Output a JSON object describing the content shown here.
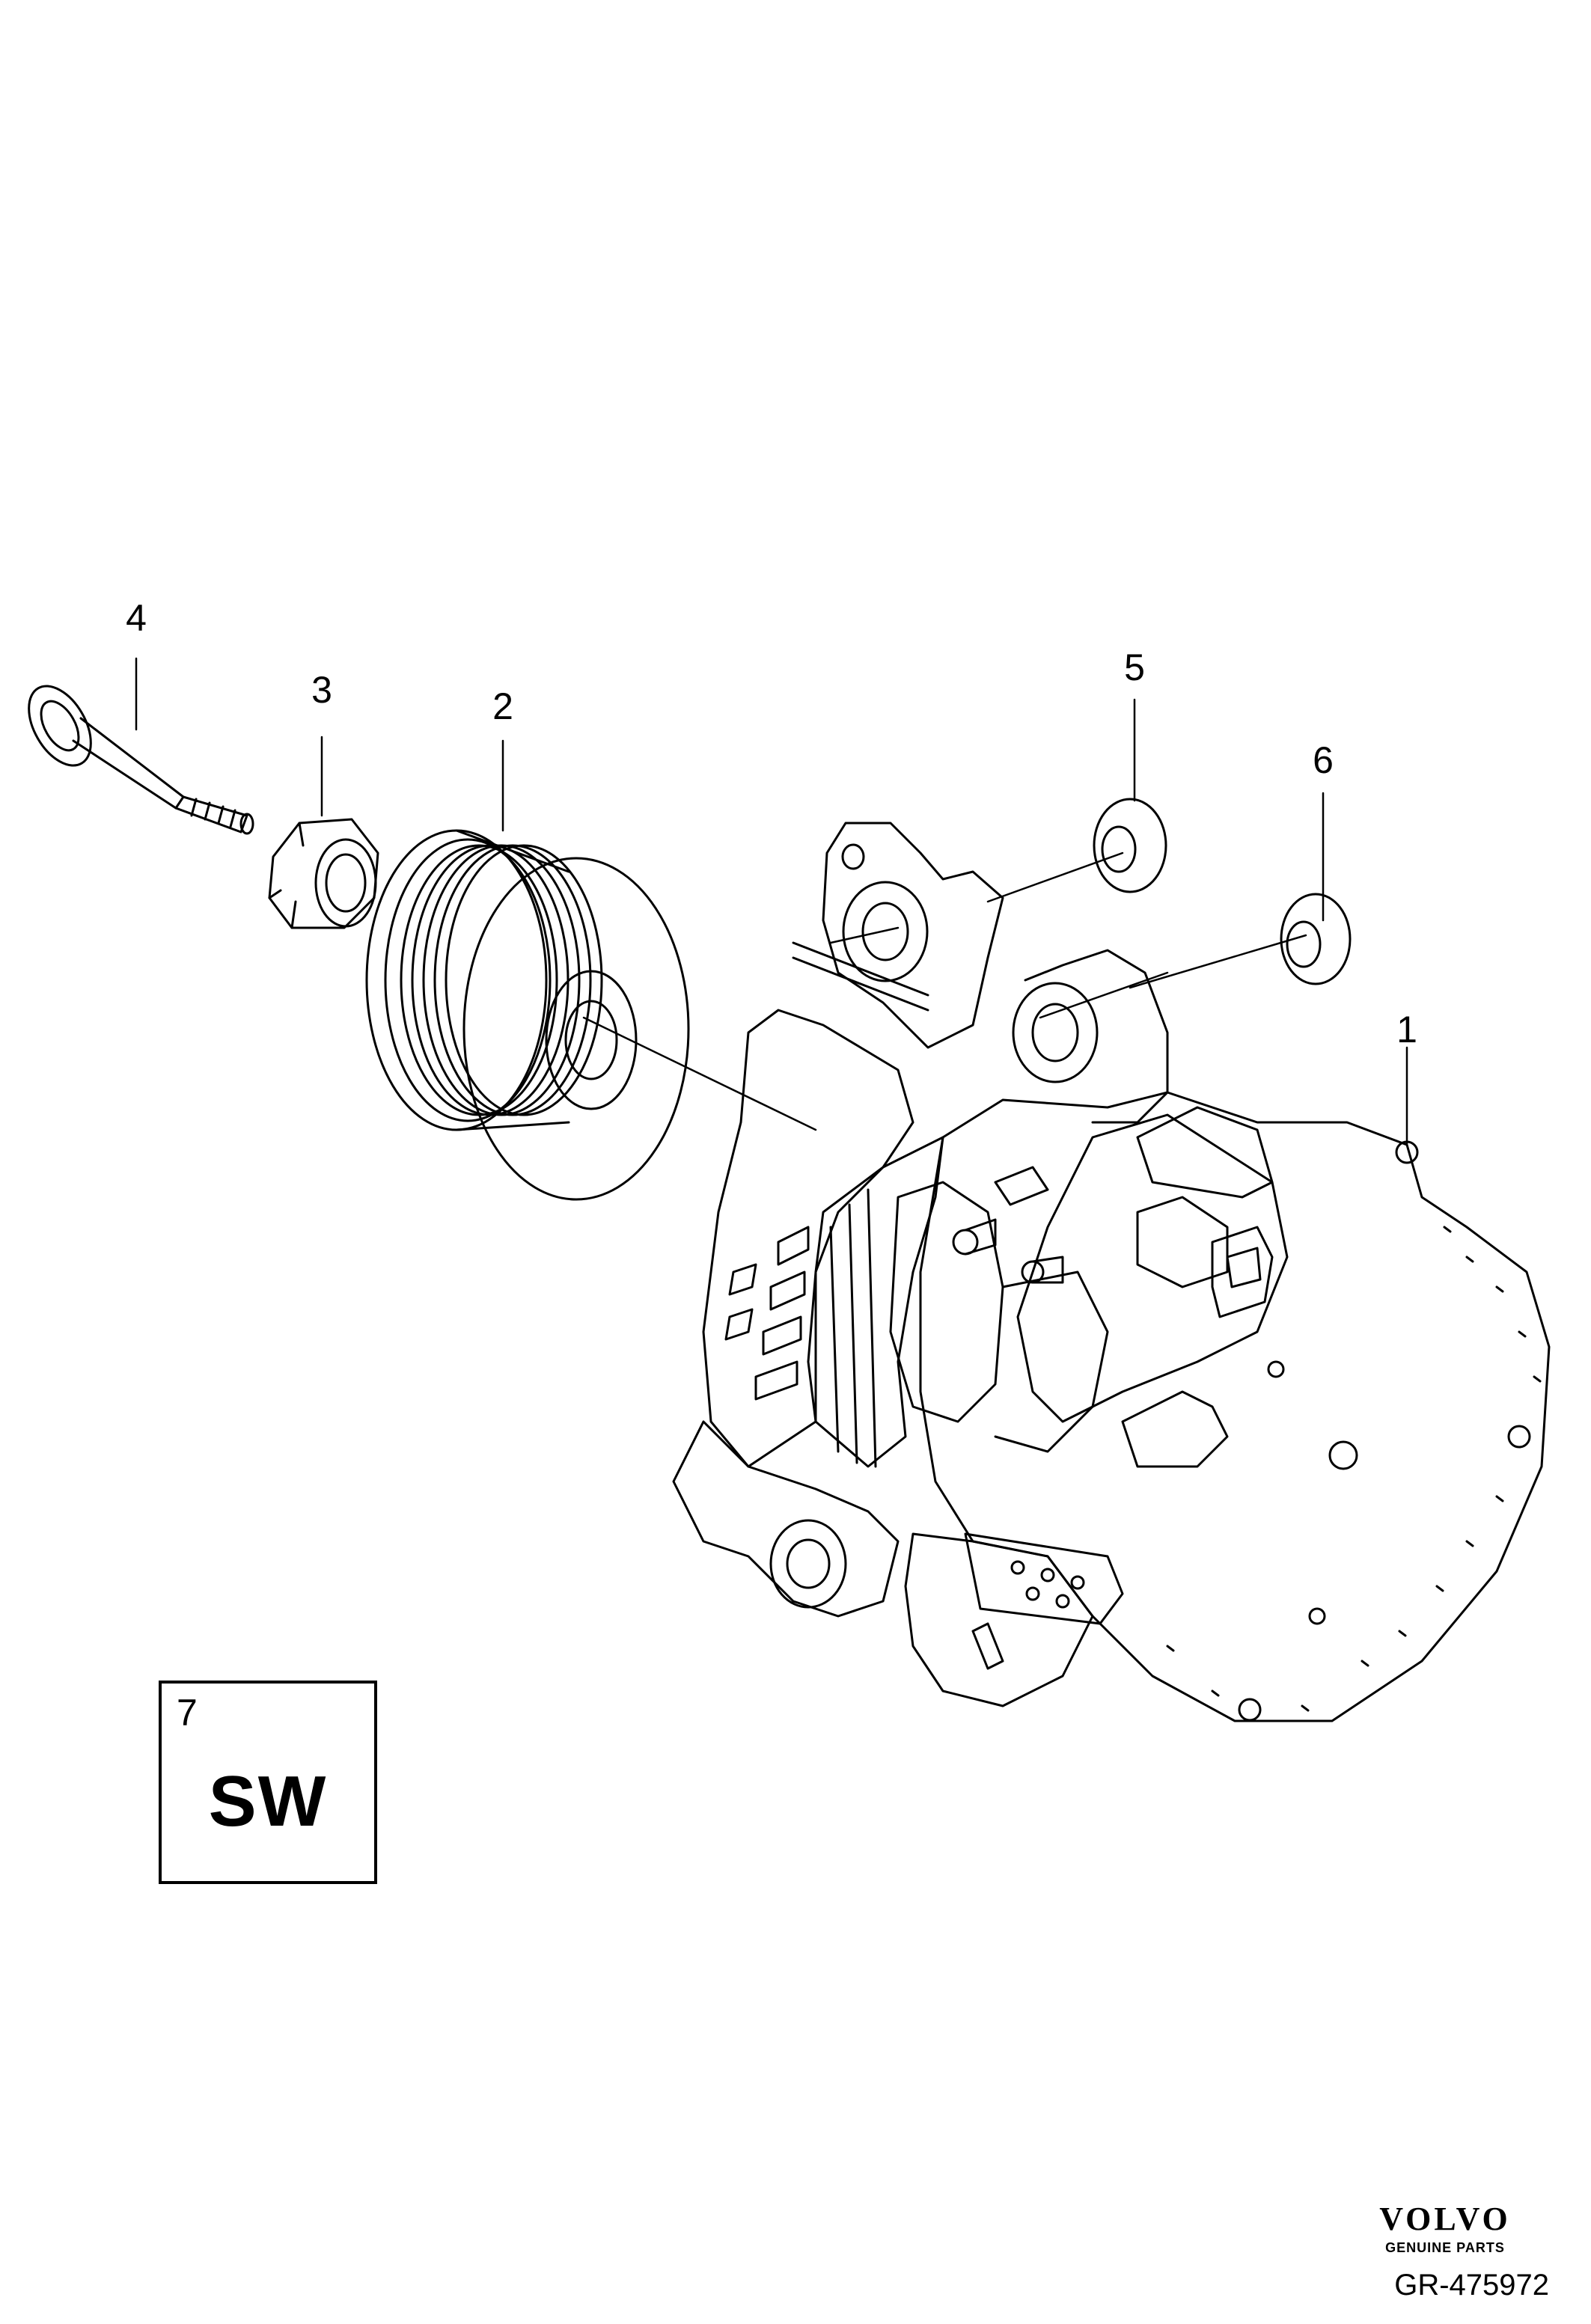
{
  "callouts": [
    {
      "id": "1",
      "label": "1"
    },
    {
      "id": "2",
      "label": "2"
    },
    {
      "id": "3",
      "label": "3"
    },
    {
      "id": "4",
      "label": "4"
    },
    {
      "id": "5",
      "label": "5"
    },
    {
      "id": "6",
      "label": "6"
    }
  ],
  "kit": {
    "number": "7",
    "code": "SW"
  },
  "brand": {
    "name": "VOLVO",
    "tagline": "GENUINE PARTS"
  },
  "figure_code": "GR-475972",
  "colors": {
    "ink": "#000000",
    "paper": "#ffffff"
  }
}
